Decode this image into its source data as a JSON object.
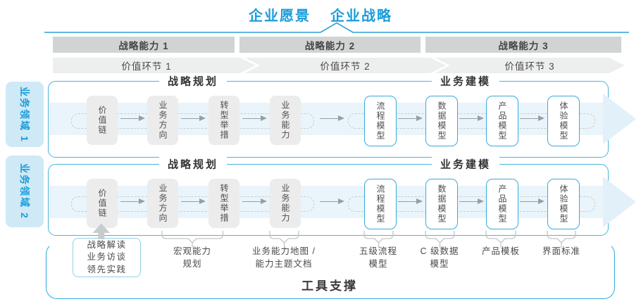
{
  "title": {
    "vision": "企业愿景",
    "strategy": "企业战略"
  },
  "capabilities": [
    "战略能力 1",
    "战略能力 2",
    "战略能力 3"
  ],
  "value_links": [
    "价值环节 1",
    "价值环节 2",
    "价值环节 3"
  ],
  "domains": [
    "业务领域 1",
    "业务领域 2"
  ],
  "row_headers": {
    "planning": "战略规划",
    "modeling": "业务建模"
  },
  "boxes": {
    "gray": [
      "价值链",
      "业务方向",
      "转型举措",
      "业务能力"
    ],
    "blue": [
      "流程模型",
      "数据模型",
      "产品模型",
      "体验模型"
    ]
  },
  "source_box": {
    "text": "战略解读\n业务访谈\n领先实践"
  },
  "annotations": [
    "宏观能力\n规划",
    "业务能力地图 /\n能力主题文档",
    "五级流程\n模型",
    "C 级数据\n模型",
    "产品模板",
    "界面标准"
  ],
  "tool_support": "工具支撑",
  "colors": {
    "accent_blue": "#1A9DD9",
    "container_border": "#49B4E0",
    "box_border_blue": "#39ABDC",
    "band_blue": "#E9F4FB",
    "domain_bg": "#CFE9F6",
    "bar_gray": "#D2D4D4",
    "strip_gray": "#EDEEEE",
    "box_gray": "#ECECEC",
    "text_dark": "#4A4A4A"
  }
}
